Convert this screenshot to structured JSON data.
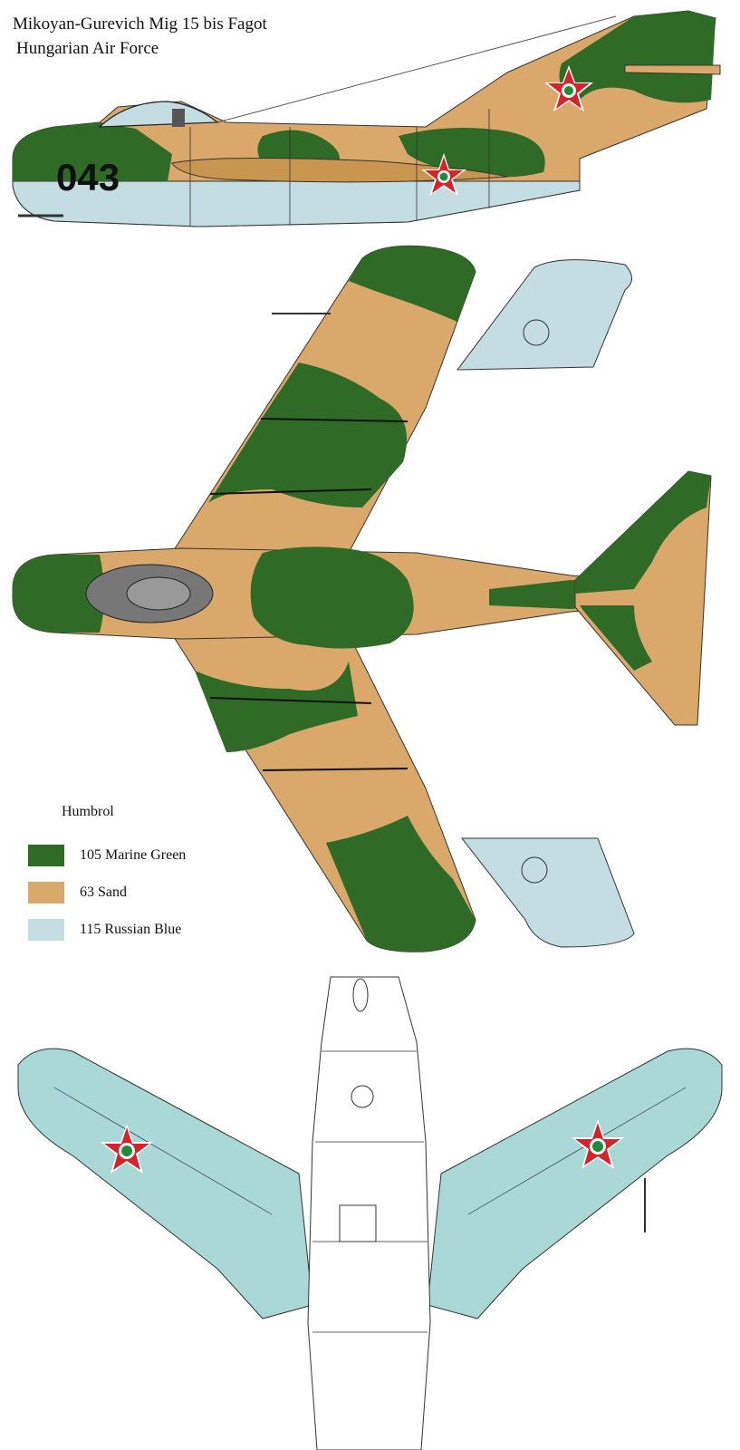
{
  "title": {
    "line1": "Mikoyan-Gurevich Mig 15 bis  Fagot",
    "line2": "Hungarian Air Force"
  },
  "aircraft": {
    "serial": "043"
  },
  "legend": {
    "heading": "Humbrol",
    "items": [
      {
        "label": "105 Marine Green",
        "color": "#2f6b26"
      },
      {
        "label": "63  Sand",
        "color": "#d9a86a"
      },
      {
        "label": "115 Russian Blue",
        "color": "#c3dde3"
      }
    ]
  },
  "colors": {
    "green": "#2f6b26",
    "sand": "#d9a86a",
    "light_blue": "#c3dde3",
    "underside": "#a9d8d6",
    "roundel_red": "#d4232b",
    "roundel_green": "#1f8a3a"
  }
}
